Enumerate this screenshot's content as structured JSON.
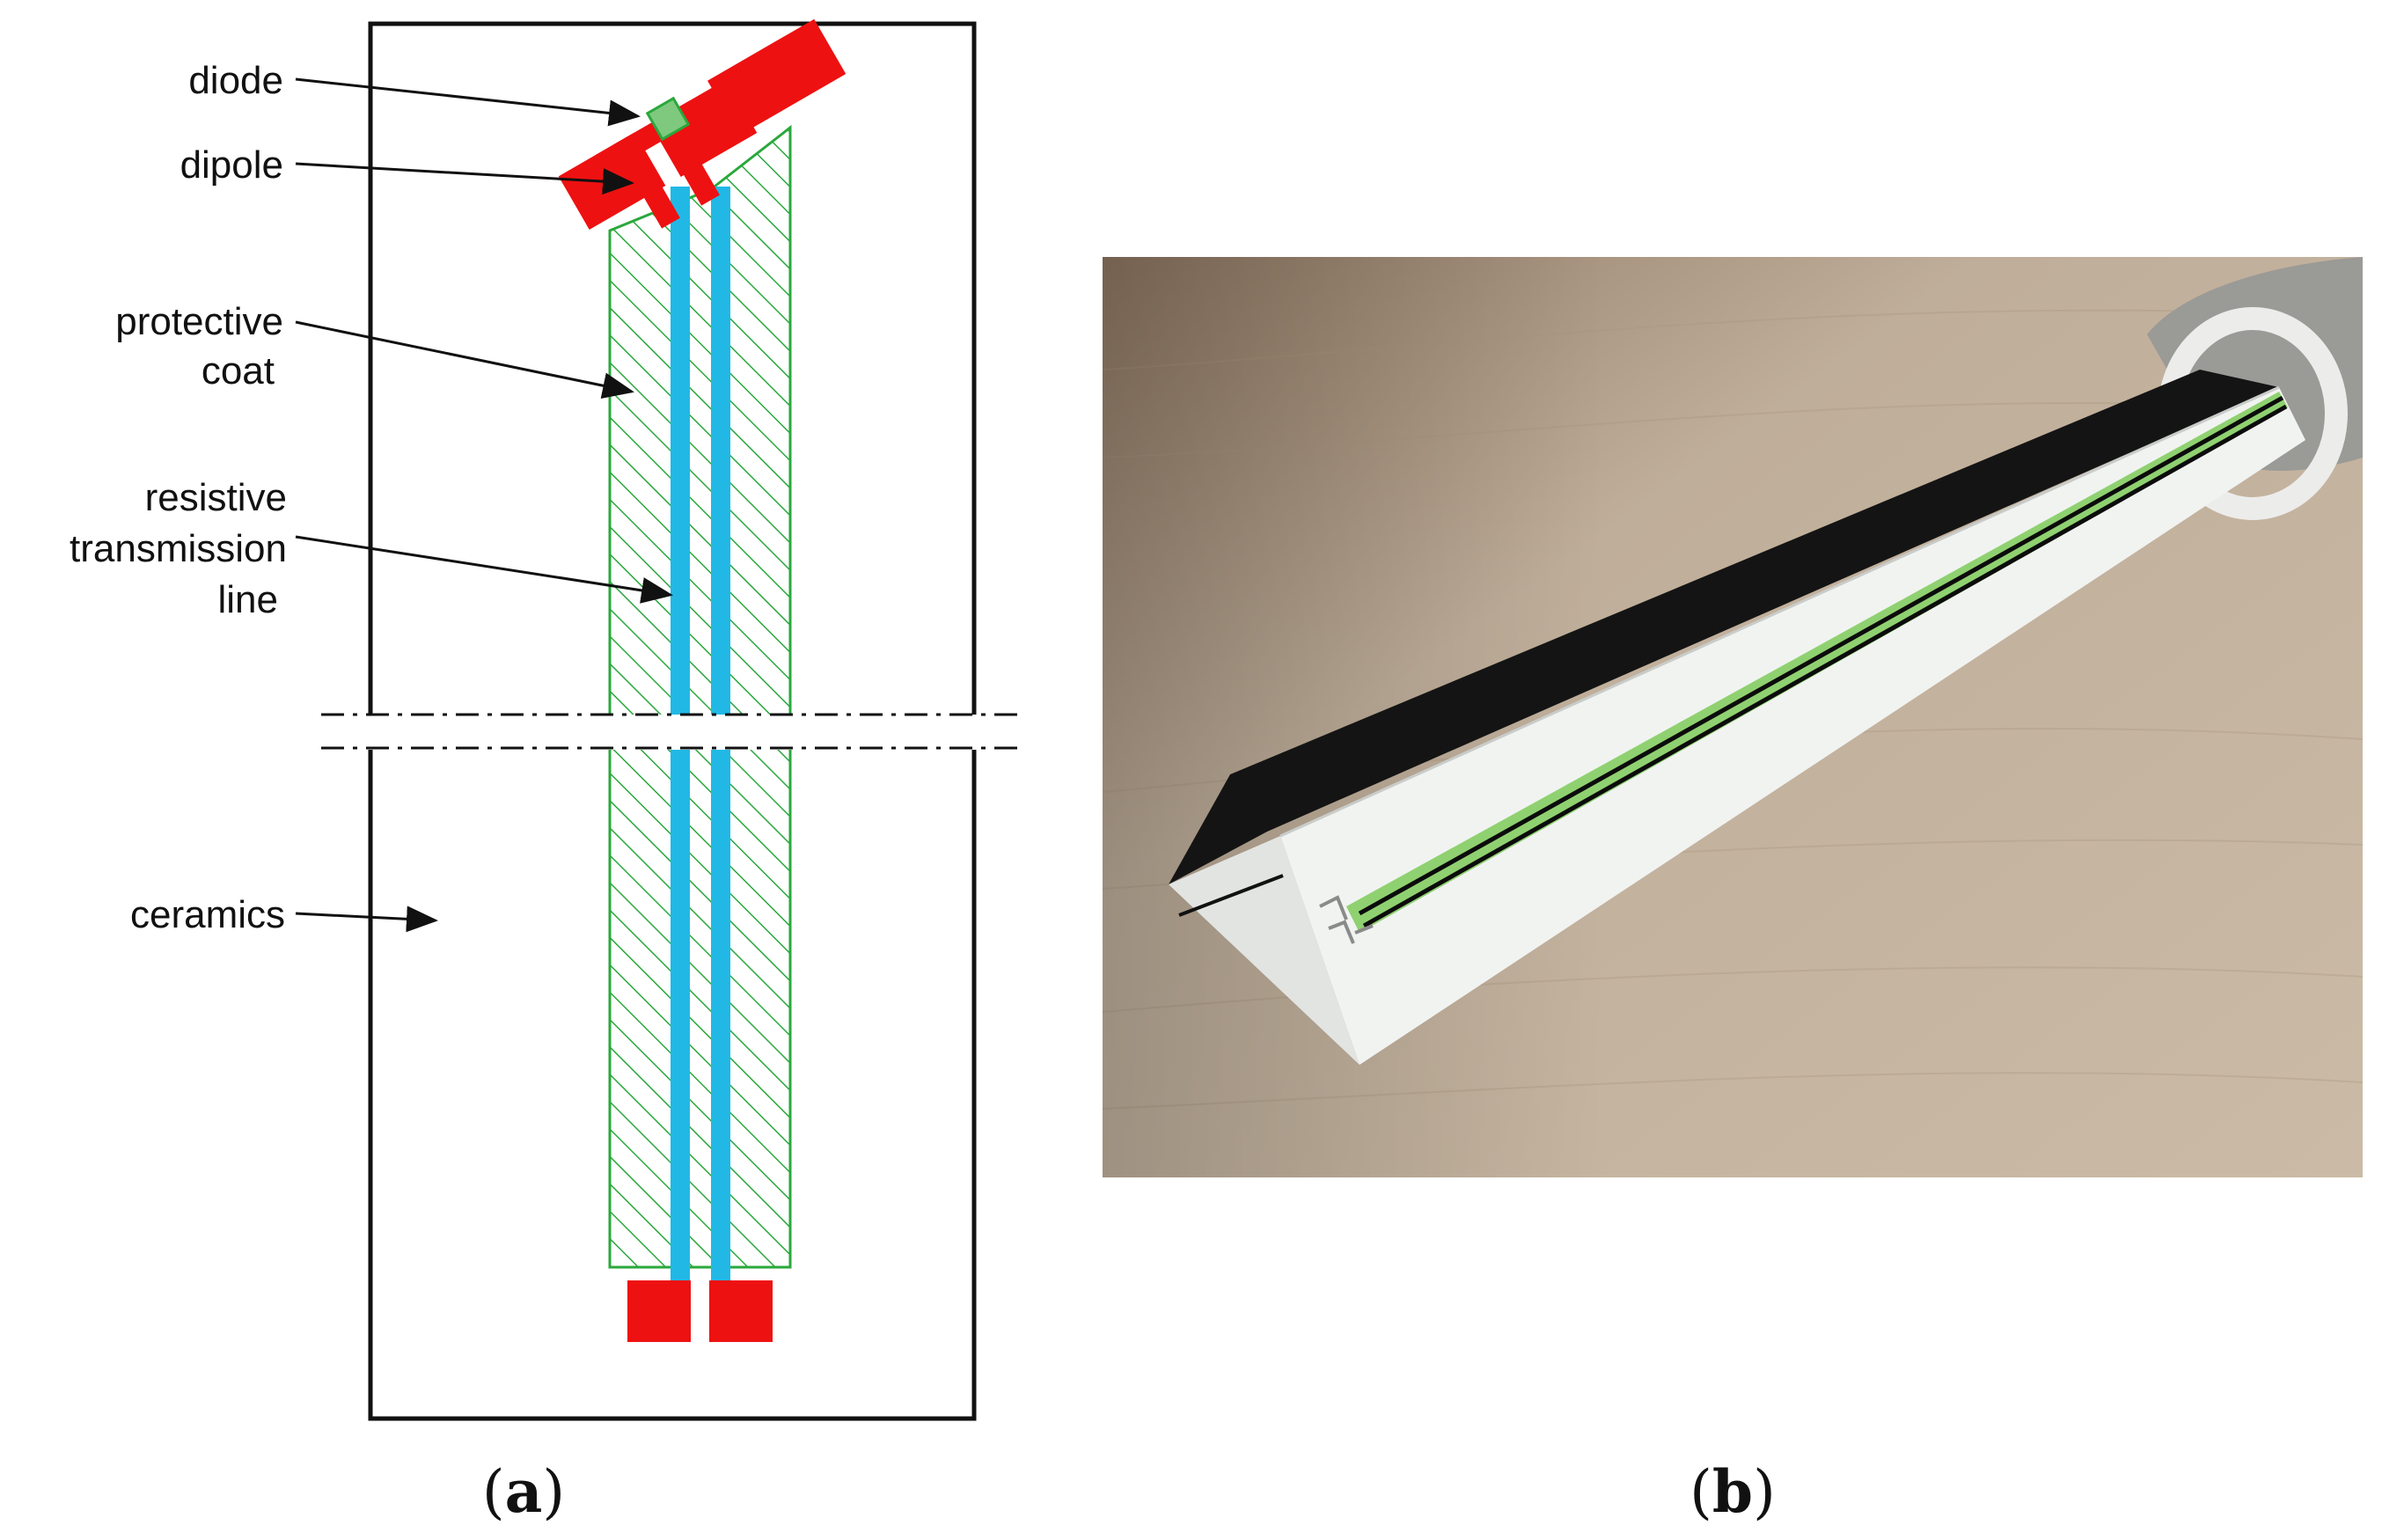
{
  "panel_a": {
    "labels": {
      "diode": "diode",
      "dipole": "dipole",
      "protective_1": "protective",
      "protective_2": "coat",
      "resistive_1": "resistive",
      "resistive_2": "transmission",
      "resistive_3": "line",
      "ceramics": "ceramics"
    },
    "caption_letter": "a",
    "colors": {
      "metal": "#ee1111",
      "line": "#22b8e6",
      "coat": "#2aa83c",
      "frame": "#111111"
    }
  },
  "panel_b": {
    "caption_letter": "b",
    "colors": {
      "wood": "#c3b39f",
      "ceramic": "#f1f3f1",
      "stripe_green": "#8fd170",
      "stripe_black": "#0c0c0c"
    }
  },
  "parens": {
    "open": "(",
    "close": ")"
  }
}
